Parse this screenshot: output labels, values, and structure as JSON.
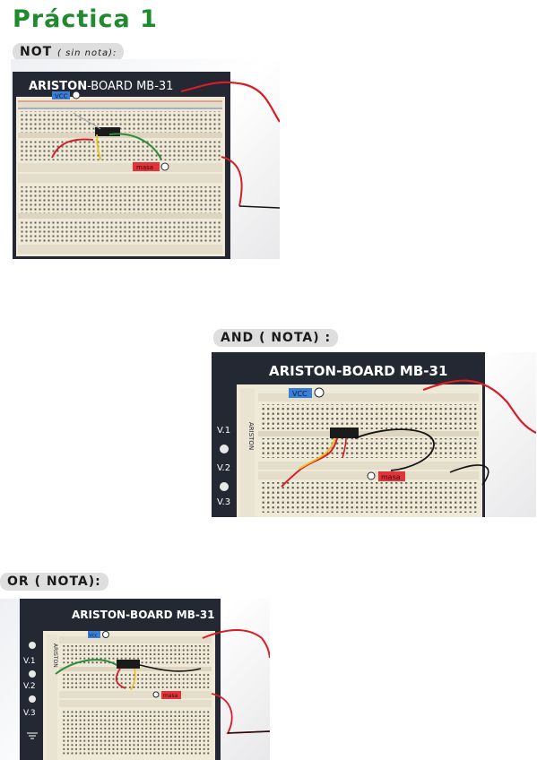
{
  "title": "Práctica 1",
  "sections": [
    {
      "label": "NOT",
      "note": "( sin nota):",
      "board": {
        "brand": "ARISTON",
        "model": "-BOARD MB-31",
        "vcc_tag": "VCC",
        "masa_tag": "masa"
      }
    },
    {
      "label": "AND",
      "note": "( NOTA) :",
      "board": {
        "brand": "ARISTON",
        "model": "-BOARD MB-31",
        "vcc_tag": "VCC",
        "masa_tag": "masa",
        "side_brand": "ARISTON",
        "vlabels": [
          "V.1",
          "V.2",
          "V.3"
        ]
      }
    },
    {
      "label": "OR",
      "note": "( NOTA):",
      "board": {
        "brand": "ARISTON",
        "model": "-BOARD MB-31",
        "vcc_tag": "Vcc",
        "masa_tag": "masa",
        "side_brand": "ARISTON",
        "vlabels": [
          "V.1",
          "V.2",
          "V.3"
        ]
      }
    }
  ],
  "colors": {
    "title": "#1f8a2e",
    "label_bg": "#dedede",
    "frame": "#232833",
    "breadboard": "#efe9d8",
    "vcc_tag": "#3b7fd4",
    "masa_tag": "#e0343a",
    "wire_red": "#d71e26",
    "wire_green": "#2f8d3a",
    "wire_black": "#141414",
    "wire_yellow": "#e7c21c"
  }
}
